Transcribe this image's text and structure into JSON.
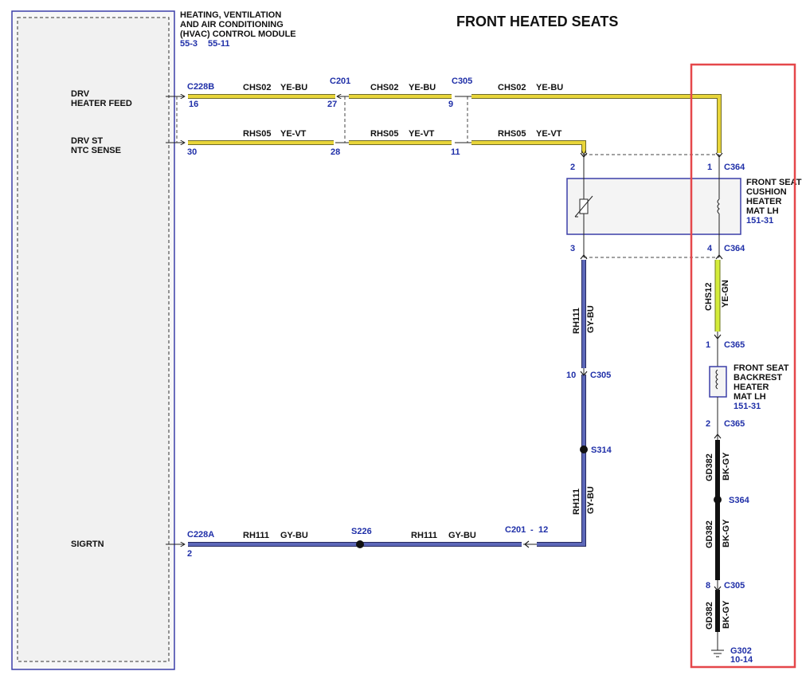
{
  "title": "FRONT HEATED SEATS",
  "module": {
    "name_lines": [
      "HEATING, VENTILATION",
      "AND AIR CONDITIONING",
      "(HVAC) CONTROL MODULE"
    ],
    "refs": [
      "55-3",
      "55-11"
    ]
  },
  "pins": {
    "drv_heater_feed": {
      "label_lines": [
        "DRV",
        "HEATER FEED"
      ],
      "connector": "C228B",
      "pin": "16"
    },
    "drv_st_ntc": {
      "label_lines": [
        "DRV ST",
        "NTC SENSE"
      ],
      "pin": "30"
    },
    "sigrtn": {
      "label": "SIGRTN",
      "connector": "C228A",
      "pin": "2"
    }
  },
  "wires": {
    "chs02": {
      "circuit": "CHS02",
      "color": "YE-BU"
    },
    "rhs05": {
      "circuit": "RHS05",
      "color": "YE-VT"
    },
    "rh111": {
      "circuit": "RH111",
      "color": "GY-BU"
    },
    "chs12": {
      "circuit": "CHS12",
      "color": "YE-GN"
    },
    "gd382": {
      "circuit": "GD382",
      "color": "BK-GY"
    }
  },
  "inline_connectors": {
    "c201_top": {
      "name": "C201",
      "pin_chs02": "27",
      "pin_rhs05": "28"
    },
    "c305_top": {
      "name": "C305",
      "pin_chs02": "9",
      "pin_rhs05": "11"
    },
    "c201_bottom": {
      "label": "C201",
      "sep": "-",
      "pin": "12"
    },
    "c305_rh111": {
      "name": "C305",
      "pin": "10"
    },
    "c305_gd382": {
      "name": "C305",
      "pin": "8"
    }
  },
  "splices": {
    "s226": "S226",
    "s314": "S314",
    "s364": "S364"
  },
  "cushion": {
    "connector": "C364",
    "pin_1": "1",
    "pin_2": "2",
    "pin_3": "3",
    "pin_4": "4",
    "label_lines": [
      "FRONT SEAT",
      "CUSHION",
      "HEATER",
      "MAT LH"
    ],
    "ref": "151-31"
  },
  "backrest": {
    "connector": "C365",
    "pin_1": "1",
    "pin_2": "2",
    "label_lines": [
      "FRONT SEAT",
      "BACKREST",
      "HEATER",
      "MAT LH"
    ],
    "ref": "151-31"
  },
  "ground": {
    "name": "G302",
    "ref": "10-14"
  },
  "colors": {
    "yellow_wire": "#e8d53a",
    "blue_wire": "#4a58a6",
    "black_wire": "#111111",
    "yellow_green_wire": "#d4ec3a",
    "reference_blue": "#1f2fa8",
    "highlight_red": "#e5474a",
    "module_border": "#3b3fa8"
  }
}
